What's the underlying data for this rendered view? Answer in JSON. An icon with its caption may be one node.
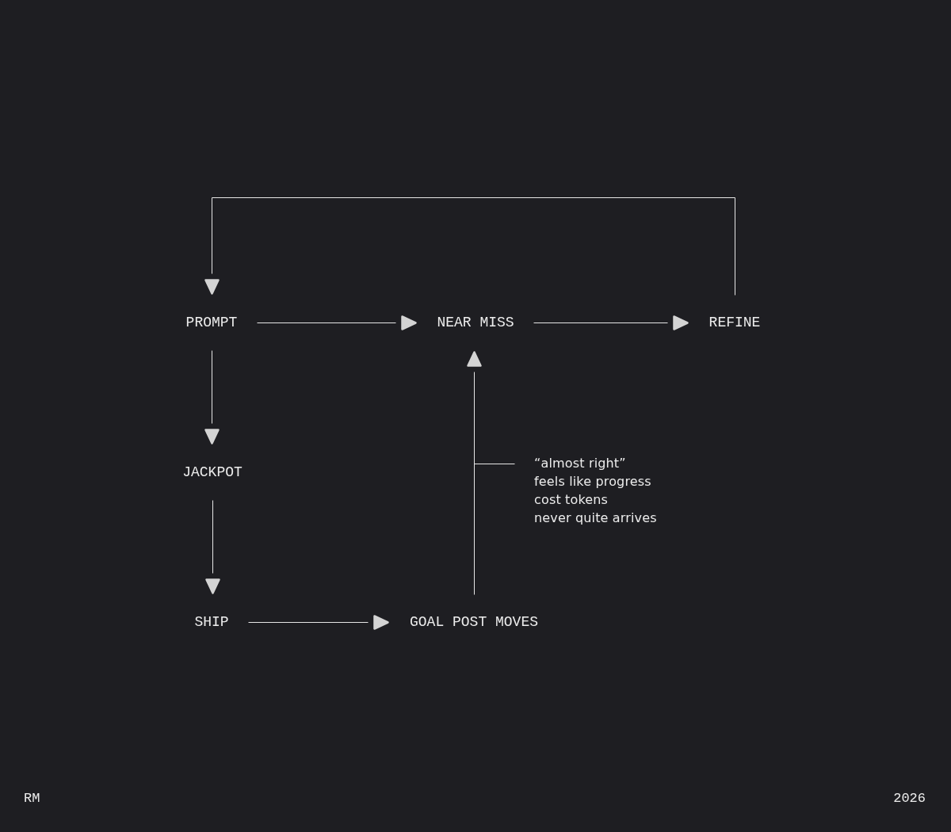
{
  "diagram": {
    "nodes": [
      {
        "text": [
          "PROMPT"
        ]
      },
      {
        "text": [
          "NEAR MISS"
        ]
      },
      {
        "text": [
          "REFINE"
        ]
      },
      {
        "text": [
          "JACKPOT"
        ]
      },
      {
        "text": [
          "SHIP"
        ]
      },
      {
        "text": [
          "GOAL POST MOVES"
        ]
      },
      {
        "text": [
          "“almost right”",
          "feels like progress",
          "cost tokens",
          "never quite arrives"
        ]
      }
    ],
    "edges": [
      {
        "from": 0,
        "to": 1,
        "arrow": "to"
      },
      {
        "from": 1,
        "to": 2,
        "arrow": "to"
      },
      {
        "from": 2,
        "to": 0,
        "arrow": "to"
      },
      {
        "from": 0,
        "to": 3,
        "arrow": "to"
      },
      {
        "from": 3,
        "to": 4,
        "arrow": "to"
      },
      {
        "from": 4,
        "to": 5,
        "arrow": "to"
      },
      {
        "from": 5,
        "to": 1,
        "arrow": "to"
      },
      {
        "from": 6,
        "to": null,
        "arrow": "none"
      }
    ],
    "labels": [
      "RM",
      "2026"
    ]
  }
}
